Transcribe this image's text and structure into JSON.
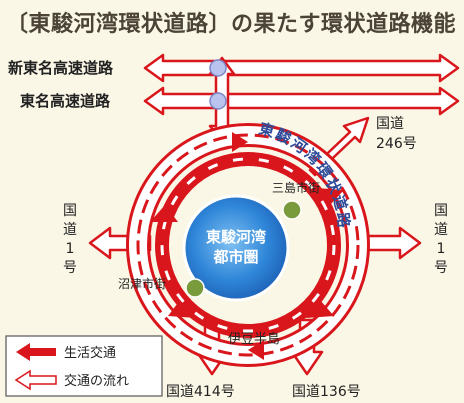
{
  "title": "〔東駿河湾環状道路〕の果たす環状道路機能",
  "highways": [
    {
      "label": "新東名高速道路"
    },
    {
      "label": "東名高速道路"
    }
  ],
  "ring_road_label": "東駿河湾環状道路",
  "center_label_line1": "東駿河湾",
  "center_label_line2": "都市圏",
  "cities": [
    {
      "label": "三島市街"
    },
    {
      "label": "沼津市街"
    }
  ],
  "routes": {
    "r246_line1": "国道",
    "r246_line2": "246号",
    "r1_left": [
      "国",
      "道",
      "1",
      "号"
    ],
    "r1_right": [
      "国",
      "道",
      "1",
      "号"
    ],
    "izu": "伊豆半島",
    "r414": "国道414号",
    "r136": "国道136号"
  },
  "legend": {
    "local_traffic": "生活交通",
    "traffic_flow": "交通の流れ"
  },
  "colors": {
    "red": "#d9161c",
    "center_fill": "#1f6dc0",
    "city_dot": "#7a9b3b",
    "overpass": "#b9c3ee",
    "ring_text": "#2f4c9a",
    "background": "#fbf7e6"
  }
}
